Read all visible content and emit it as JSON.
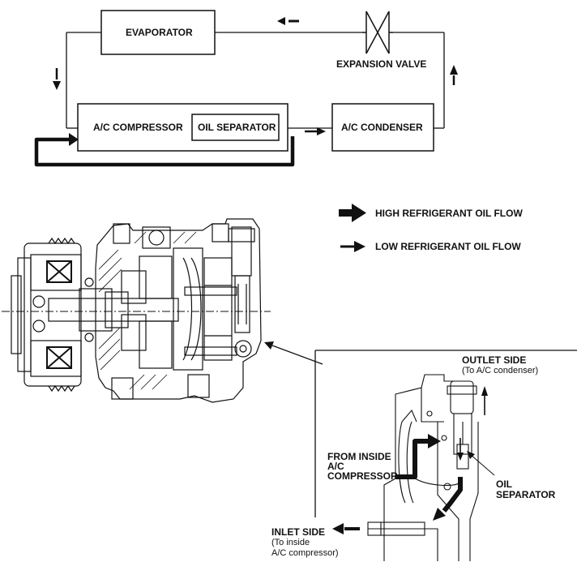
{
  "flow_diagram": {
    "evaporator": "EVAPORATOR",
    "expansion_valve": "EXPANSION VALVE",
    "compressor": "A/C COMPRESSOR",
    "oil_separator": "OIL SEPARATOR",
    "condenser": "A/C CONDENSER"
  },
  "legend": {
    "high_flow": "HIGH REFRIGERANT OIL FLOW",
    "low_flow": "LOW REFRIGERANT OIL FLOW"
  },
  "detail": {
    "outlet_title": "OUTLET SIDE",
    "outlet_sub": "(To A/C condenser)",
    "from_line1": "FROM INSIDE",
    "from_line2": "A/C",
    "from_line3": "COMPRESSOR",
    "oil_sep_line1": "OIL",
    "oil_sep_line2": "SEPARATOR",
    "inlet_title": "INLET SIDE",
    "inlet_sub1": "(To inside",
    "inlet_sub2": "A/C compressor)"
  }
}
